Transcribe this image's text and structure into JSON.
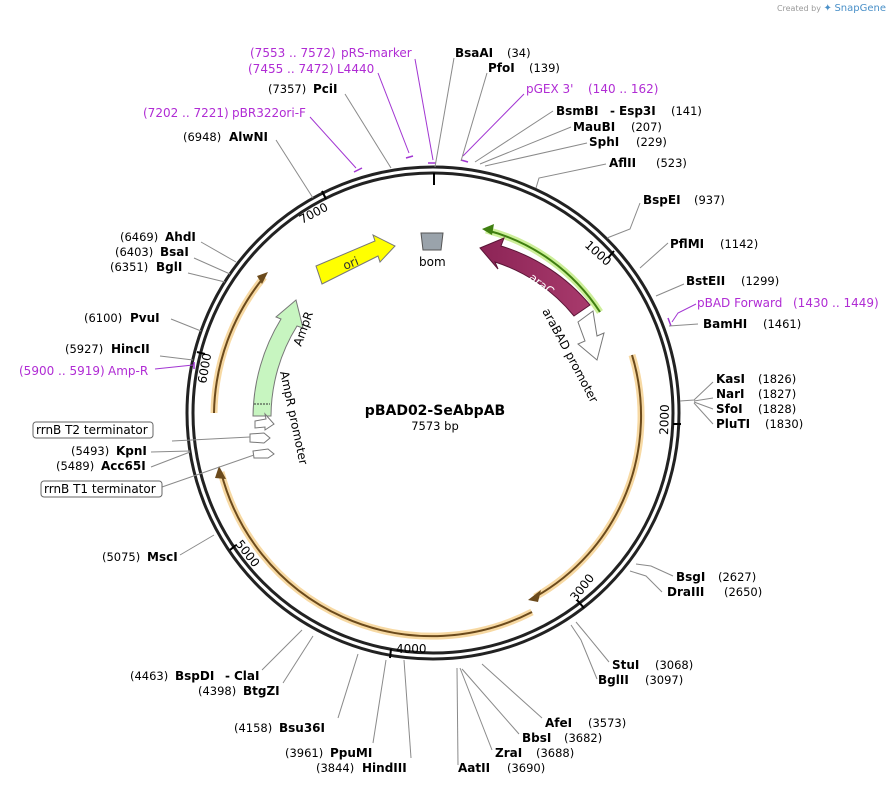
{
  "credit": {
    "created_by": "Created by",
    "brand": "SnapGene"
  },
  "plasmid": {
    "name": "pBAD02-SeAbpAB",
    "length": "7573 bp"
  },
  "ticks": [
    "1000",
    "2000",
    "3000",
    "4000",
    "5000",
    "6000",
    "7000"
  ],
  "features": {
    "ori": "ori",
    "bom": "bom",
    "araC": "araC",
    "araBAD_promoter": "araBAD promoter",
    "AmpR": "AmpR",
    "AmpR_promoter": "AmpR promoter"
  },
  "terminators": {
    "t2": "rrnB T2 terminator",
    "t1": "rrnB T1 terminator"
  },
  "primers": [
    {
      "range": "(7553 .. 7572)",
      "name": "pRS-marker"
    },
    {
      "range": "(7455 .. 7472)",
      "name": "L4440"
    },
    {
      "range": "(7202 .. 7221)",
      "name": "pBR322ori-F"
    },
    {
      "name": "pGEX 3'",
      "range": "(140 .. 162)"
    },
    {
      "name": "pBAD Forward",
      "range": "(1430 .. 1449)"
    },
    {
      "range": "(5900 .. 5919)",
      "name": "Amp-R"
    }
  ],
  "enzymes_right": [
    {
      "name": "BsaAI",
      "pos": "(34)"
    },
    {
      "name": "PfoI",
      "pos": "(139)"
    },
    {
      "name": "BsmBI",
      "sep": "-",
      "name2": "Esp3I",
      "pos": "(141)"
    },
    {
      "name": "MauBI",
      "pos": "(207)"
    },
    {
      "name": "SphI",
      "pos": "(229)"
    },
    {
      "name": "AflII",
      "pos": "(523)"
    },
    {
      "name": "BspEI",
      "pos": "(937)"
    },
    {
      "name": "PflMI",
      "pos": "(1142)"
    },
    {
      "name": "BstEII",
      "pos": "(1299)"
    },
    {
      "name": "BamHI",
      "pos": "(1461)"
    },
    {
      "name": "KasI",
      "pos": "(1826)"
    },
    {
      "name": "NarI",
      "pos": "(1827)"
    },
    {
      "name": "SfoI",
      "pos": "(1828)"
    },
    {
      "name": "PluTI",
      "pos": "(1830)"
    },
    {
      "name": "BsgI",
      "pos": "(2627)"
    },
    {
      "name": "DraIII",
      "pos": "(2650)"
    },
    {
      "name": "StuI",
      "pos": "(3068)"
    },
    {
      "name": "BglII",
      "pos": "(3097)"
    },
    {
      "name": "AfeI",
      "pos": "(3573)"
    },
    {
      "name": "BbsI",
      "pos": "(3682)"
    },
    {
      "name": "ZraI",
      "pos": "(3688)"
    },
    {
      "name": "AatII",
      "pos": "(3690)"
    }
  ],
  "enzymes_left": [
    {
      "pos": "(7357)",
      "name": "PciI"
    },
    {
      "pos": "(6948)",
      "name": "AlwNI"
    },
    {
      "pos": "(6469)",
      "name": "AhdI"
    },
    {
      "pos": "(6403)",
      "name": "BsaI"
    },
    {
      "pos": "(6351)",
      "name": "BglI"
    },
    {
      "pos": "(6100)",
      "name": "PvuI"
    },
    {
      "pos": "(5927)",
      "name": "HincII"
    },
    {
      "pos": "(5493)",
      "name": "KpnI"
    },
    {
      "pos": "(5489)",
      "name": "Acc65I"
    },
    {
      "pos": "(5075)",
      "name": "MscI"
    },
    {
      "pos": "(4463)",
      "name": "BspDI",
      "sep": "-",
      "name2": "ClaI"
    },
    {
      "pos": "(4398)",
      "name": "BtgZI"
    },
    {
      "pos": "(4158)",
      "name": "Bsu36I"
    },
    {
      "pos": "(3961)",
      "name": "PpuMI"
    },
    {
      "pos": "(3844)",
      "name": "HindIII"
    }
  ]
}
